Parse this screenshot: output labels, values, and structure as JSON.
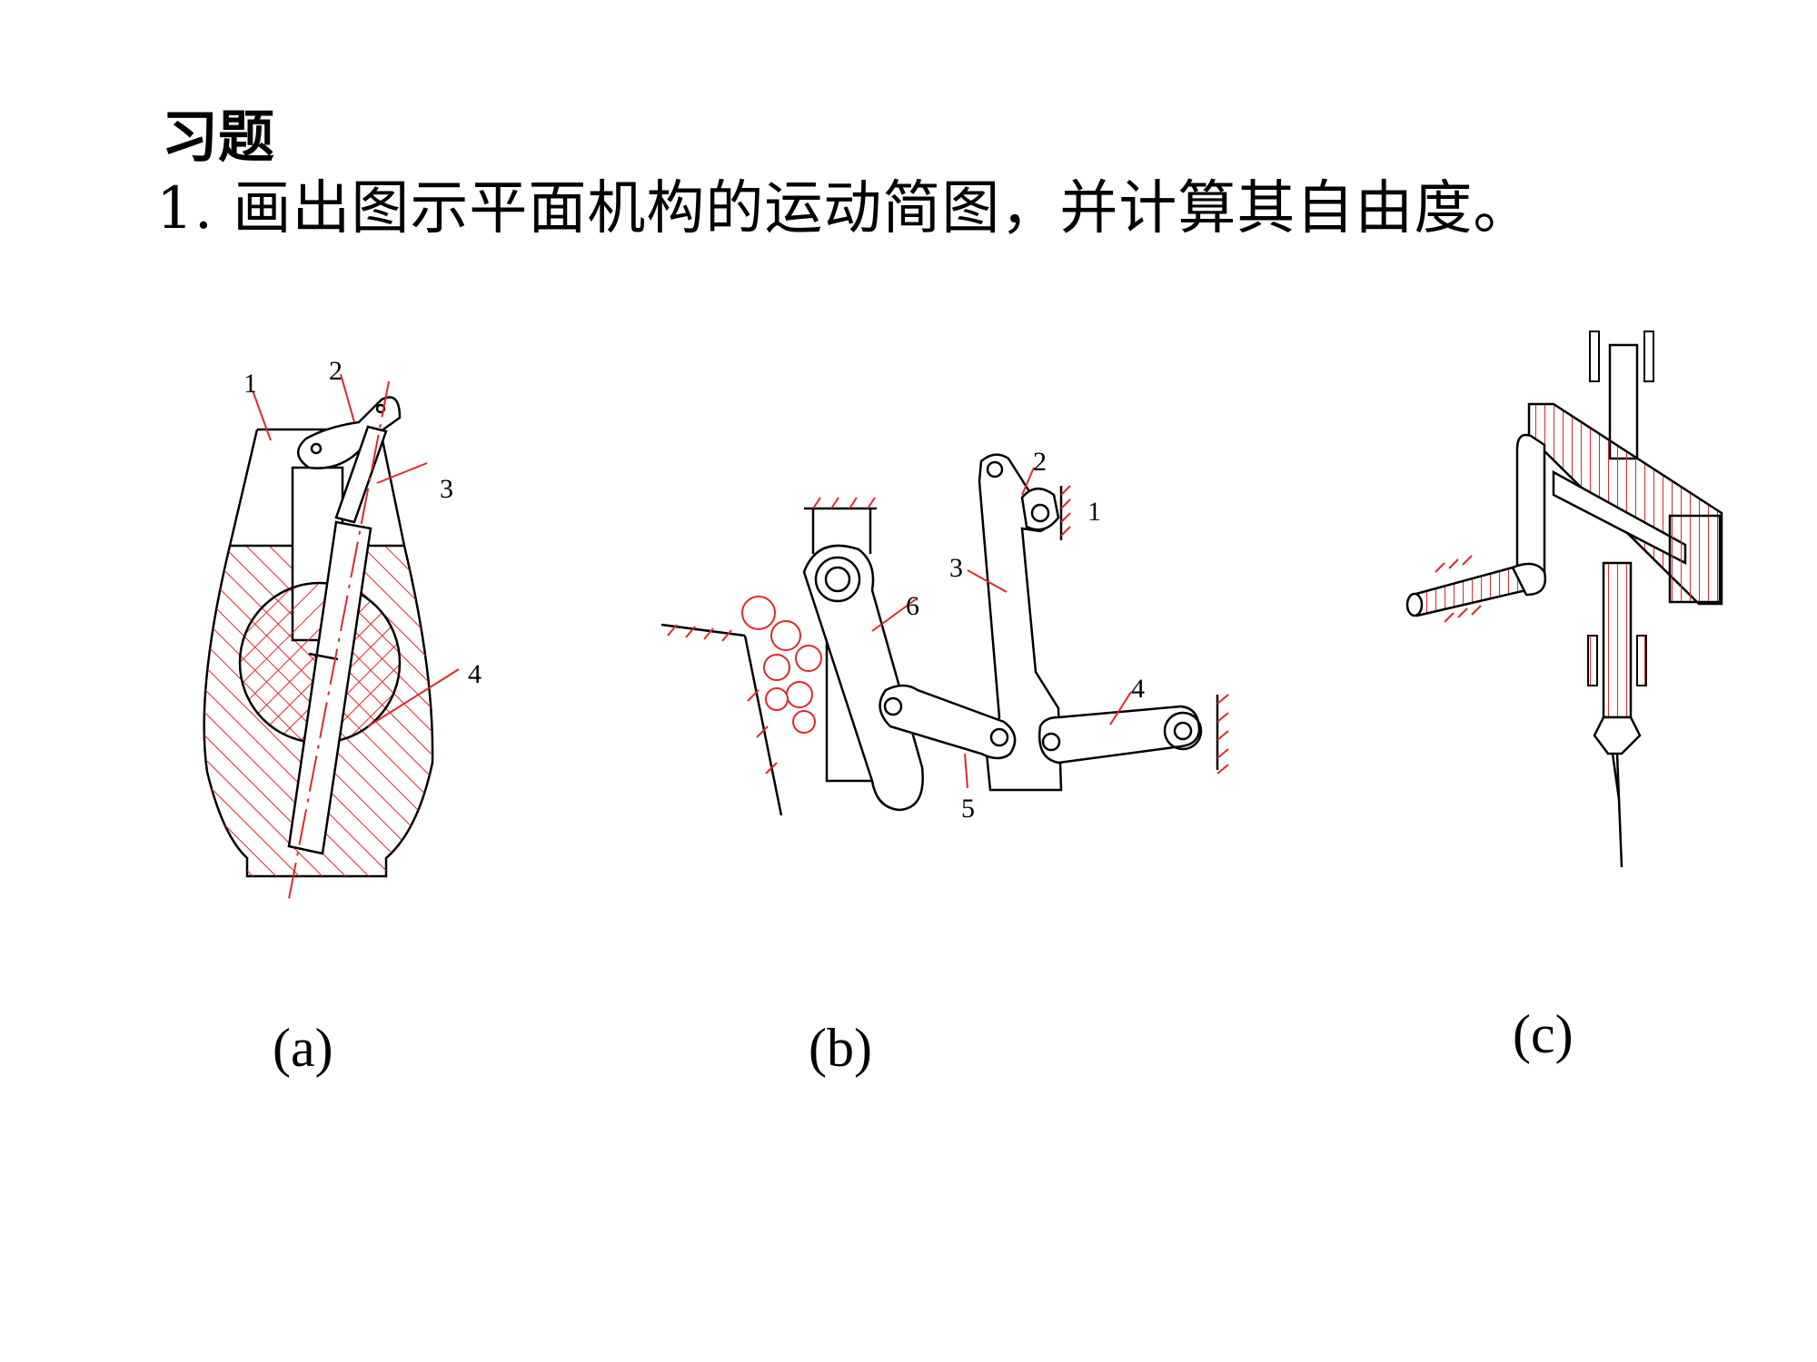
{
  "heading": "习题",
  "question": "1. 画出图示平面机构的运动简图，并计算其自由度。",
  "figures": [
    {
      "caption": "(a)",
      "part_labels": [
        "1",
        "2",
        "3",
        "4"
      ]
    },
    {
      "caption": "(b)",
      "part_labels": [
        "1",
        "2",
        "3",
        "4",
        "5",
        "6"
      ]
    },
    {
      "caption": "(c)",
      "part_labels": []
    }
  ],
  "colors": {
    "hatch": "#e0282a",
    "line": "#000000"
  }
}
